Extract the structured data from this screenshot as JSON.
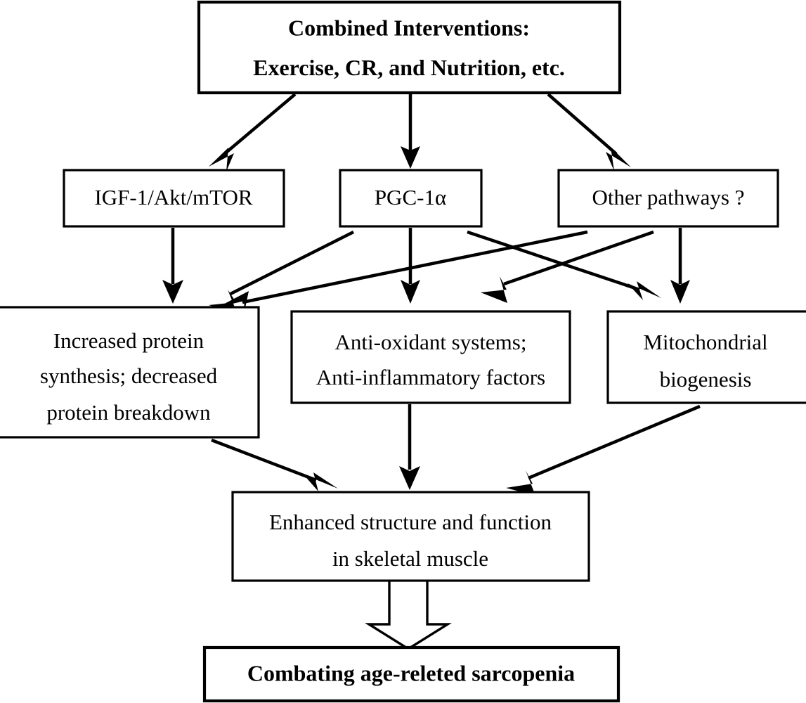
{
  "diagram": {
    "title": "Combined interventions pathway flowchart for combating sarcopenia",
    "colors": {
      "background": "#ffffff",
      "stroke": "#000000",
      "fill": "#ffffff"
    },
    "nodes": {
      "interventions": {
        "line1": "Combined Interventions:",
        "line2_main": "Exercise, CR, and Nutrition, ",
        "line2_italic": "etc",
        "line2_tail": "."
      },
      "igf": {
        "line1": "IGF-1/Akt/mTOR"
      },
      "pgc": {
        "line1": "PGC-1α"
      },
      "other": {
        "line1": "Other pathways ?"
      },
      "protein": {
        "line1": "Increased protein",
        "line2": "synthesis; decreased",
        "line3": "protein breakdown"
      },
      "antioxidant": {
        "line1": "Anti-oxidant systems;",
        "line2": "Anti-inflammatory factors"
      },
      "mitochondria": {
        "line1": "Mitochondrial",
        "line2": "biogenesis"
      },
      "enhanced": {
        "line1": "Enhanced structure and function",
        "line2": "in skeletal muscle"
      },
      "outcome": {
        "line1": "Combating age-releted sarcopenia"
      }
    },
    "edges": [
      {
        "from": "interventions",
        "to": "igf",
        "style": "solid-arrow-diagonal-left"
      },
      {
        "from": "interventions",
        "to": "pgc",
        "style": "solid-arrow-vertical"
      },
      {
        "from": "interventions",
        "to": "other",
        "style": "solid-arrow-diagonal-right"
      },
      {
        "from": "igf",
        "to": "protein",
        "style": "solid-arrow-vertical"
      },
      {
        "from": "pgc",
        "to": "protein",
        "style": "solid-arrow-diagonal-left"
      },
      {
        "from": "pgc",
        "to": "antioxidant",
        "style": "solid-arrow-vertical"
      },
      {
        "from": "pgc",
        "to": "mitochondria",
        "style": "solid-arrow-diagonal-right"
      },
      {
        "from": "other",
        "to": "protein",
        "style": "solid-arrow-long-left"
      },
      {
        "from": "other",
        "to": "antioxidant",
        "style": "solid-arrow-diagonal-left"
      },
      {
        "from": "other",
        "to": "mitochondria",
        "style": "solid-arrow-vertical"
      },
      {
        "from": "protein",
        "to": "enhanced",
        "style": "solid-arrow-diagonal-right"
      },
      {
        "from": "antioxidant",
        "to": "enhanced",
        "style": "solid-arrow-vertical"
      },
      {
        "from": "mitochondria",
        "to": "enhanced",
        "style": "solid-arrow-diagonal-left"
      },
      {
        "from": "enhanced",
        "to": "outcome",
        "style": "hollow-block-arrow"
      }
    ]
  }
}
